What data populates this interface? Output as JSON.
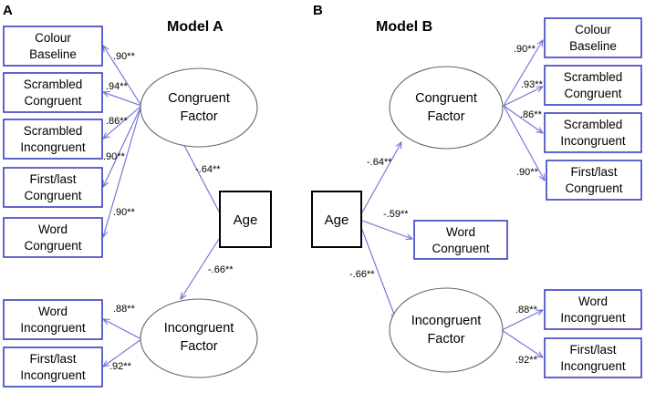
{
  "panelA": {
    "letter": "A",
    "title": "Model A",
    "factors": [
      {
        "line1": "Congruent",
        "line2": "Factor"
      },
      {
        "line1": "Incongruent",
        "line2": "Factor"
      }
    ],
    "age_label": "Age",
    "boxes": [
      {
        "line1": "Colour",
        "line2": "Baseline",
        "coef": ".90**"
      },
      {
        "line1": "Scrambled",
        "line2": "Congruent",
        "coef": ".94**"
      },
      {
        "line1": "Scrambled",
        "line2": "Incongruent",
        "coef": ".86**"
      },
      {
        "line1": "First/last",
        "line2": "Congruent",
        "coef": ".90**"
      },
      {
        "line1": "Word",
        "line2": "Congruent",
        "coef": ".90**"
      },
      {
        "line1": "Word",
        "line2": "Incongruent",
        "coef": ".88**"
      },
      {
        "line1": "First/last",
        "line2": "Incongruent",
        "coef": ".92**"
      }
    ],
    "age_paths": [
      "-.64**",
      "-.66**"
    ]
  },
  "panelB": {
    "letter": "B",
    "title": "Model B",
    "factors": [
      {
        "line1": "Congruent",
        "line2": "Factor"
      },
      {
        "line1": "Incongruent",
        "line2": "Factor"
      }
    ],
    "age_label": "Age",
    "boxes": [
      {
        "line1": "Colour",
        "line2": "Baseline",
        "coef": ".90**"
      },
      {
        "line1": "Scrambled",
        "line2": "Congruent",
        "coef": ".93**"
      },
      {
        "line1": "Scrambled",
        "line2": "Incongruent",
        "coef": ".86**"
      },
      {
        "line1": "First/last",
        "line2": "Congruent",
        "coef": ".90**"
      },
      {
        "line1": "Word",
        "line2": "Incongruent",
        "coef": ".88**"
      },
      {
        "line1": "First/last",
        "line2": "Incongruent",
        "coef": ".92**"
      }
    ],
    "word_congruent": {
      "line1": "Word",
      "line2": "Congruent"
    },
    "age_paths": [
      "-.64**",
      "-.59**",
      "-.66**"
    ]
  }
}
